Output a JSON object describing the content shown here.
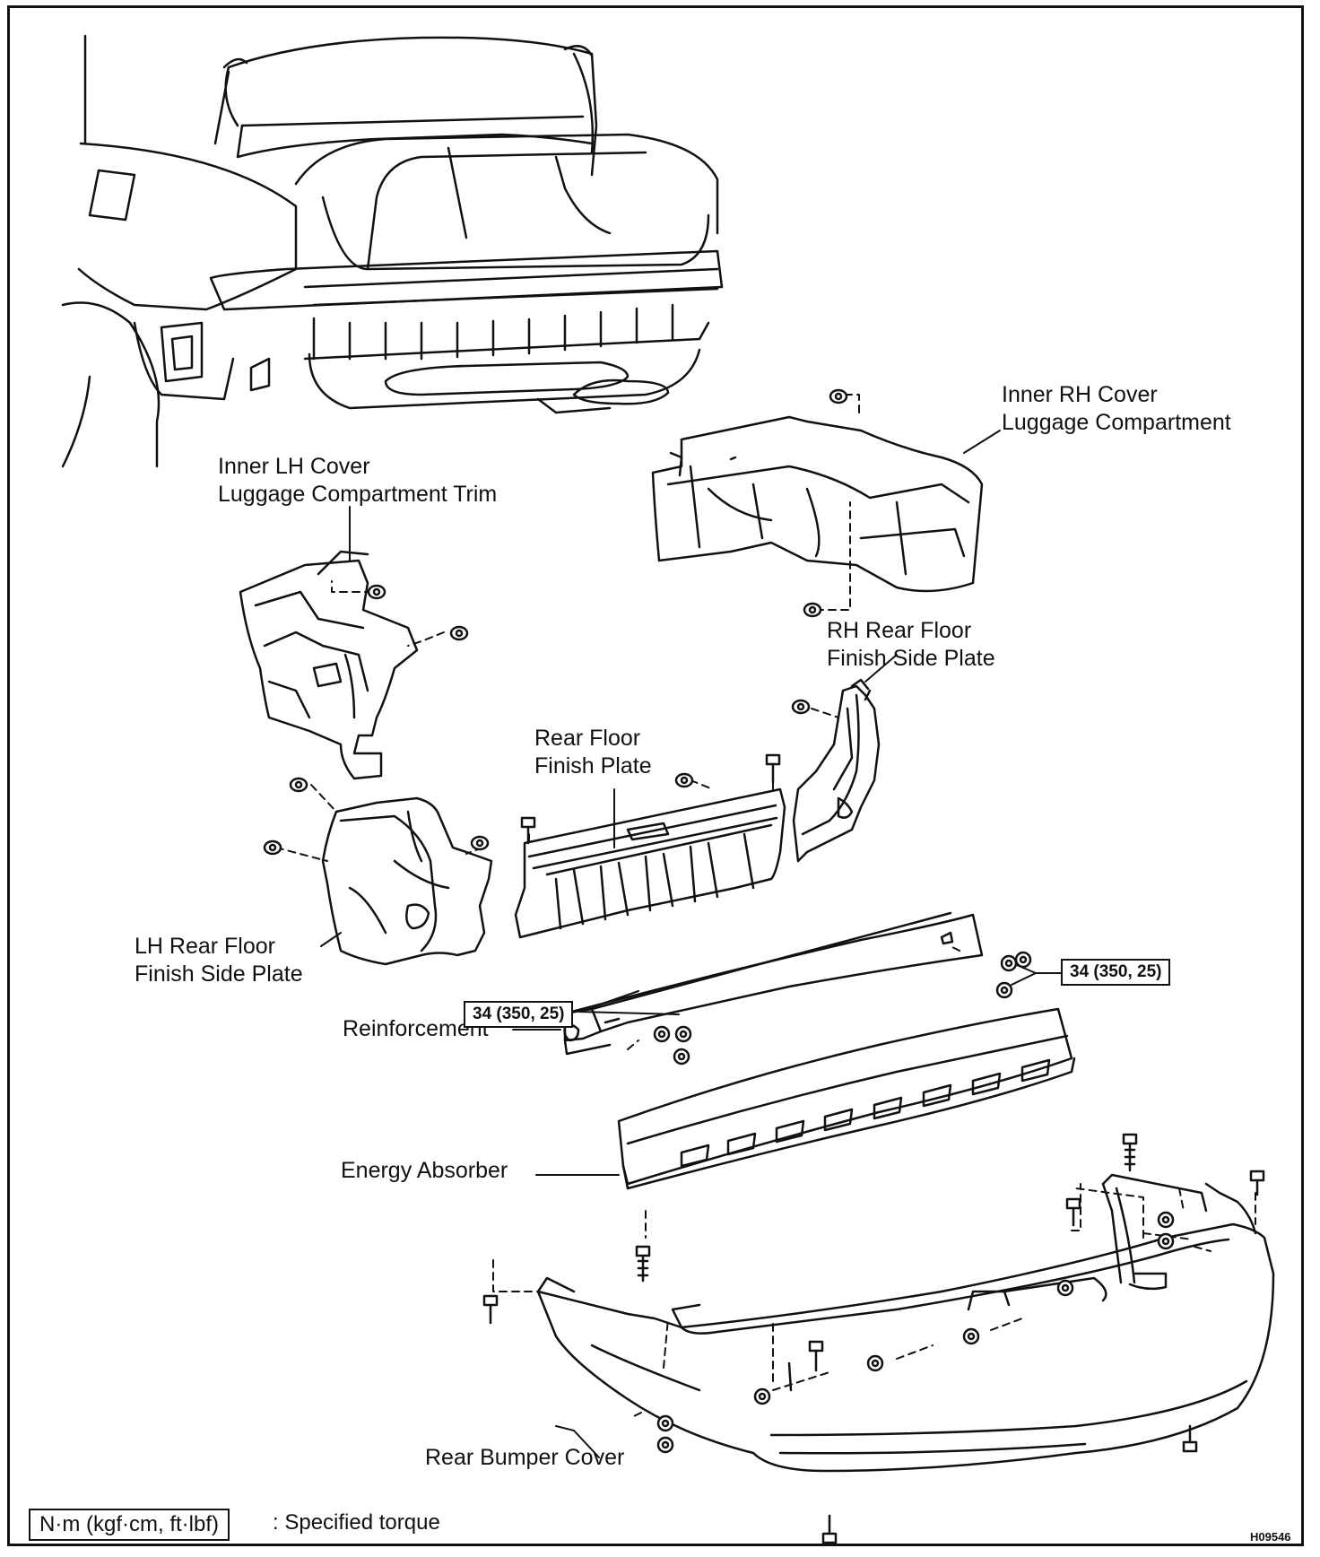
{
  "labels": {
    "inner_rh": [
      "Inner RH Cover",
      "Luggage Compartment"
    ],
    "inner_lh": [
      "Inner LH Cover",
      "Luggage Compartment Trim"
    ],
    "rh_side_plate": [
      "RH Rear Floor",
      "Finish Side Plate"
    ],
    "rear_plate": [
      "Rear Floor",
      "Finish Plate"
    ],
    "lh_side_plate": [
      "LH Rear Floor",
      "Finish Side Plate"
    ],
    "reinforcement": "Reinforcement",
    "energy_absorber": "Energy Absorber",
    "rear_bumper_cover": "Rear Bumper Cover"
  },
  "torque": {
    "right": "34 (350, 25)",
    "left": "34 (350, 25)"
  },
  "legend": {
    "unit": "N·m (kgf·cm, ft·lbf)",
    "text": ": Specified torque"
  },
  "figure_code": "H09546"
}
